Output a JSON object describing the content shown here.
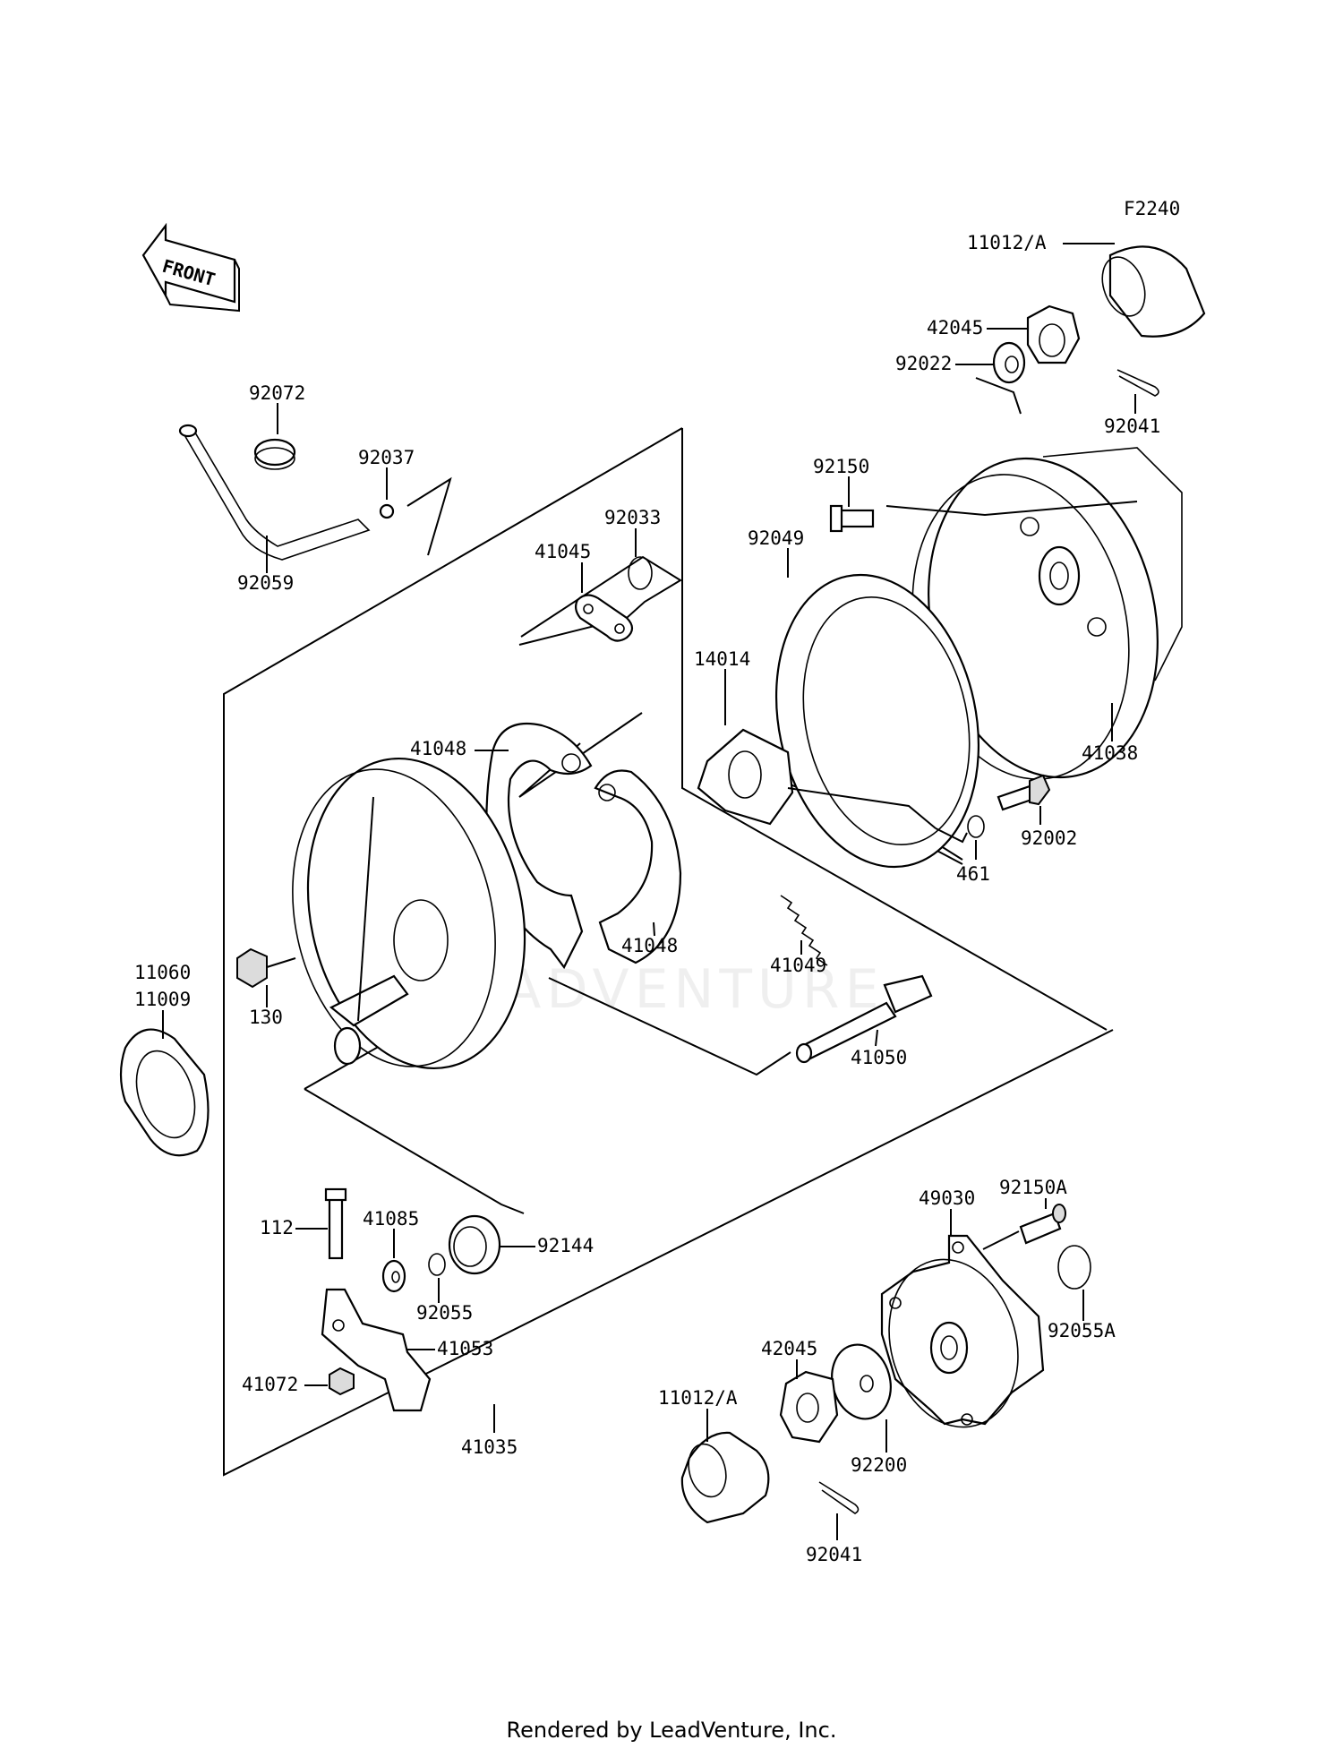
{
  "diagram_code": "F2240",
  "front_arrow_label": "FRONT",
  "watermark": "LEADVENTURE",
  "footer_text": "Rendered by LeadVenture, Inc.",
  "labels": {
    "l_11012a_top": "11012/A",
    "l_42045_top": "42045",
    "l_92022": "92022",
    "l_92041_top": "92041",
    "l_92072": "92072",
    "l_92037": "92037",
    "l_92059": "92059",
    "l_92033": "92033",
    "l_41045": "41045",
    "l_92150": "92150",
    "l_92049": "92049",
    "l_14014": "14014",
    "l_41038": "41038",
    "l_41048_top": "41048",
    "l_92002": "92002",
    "l_461": "461",
    "l_41049": "41049",
    "l_41048_bot": "41048",
    "l_11060": "11060",
    "l_11009": "11009",
    "l_130": "130",
    "l_41050": "41050",
    "l_92150a": "92150A",
    "l_49030": "49030",
    "l_112": "112",
    "l_41085": "41085",
    "l_92144": "92144",
    "l_92055": "92055",
    "l_41053": "41053",
    "l_92055a": "92055A",
    "l_41072": "41072",
    "l_42045_bot": "42045",
    "l_11012a_bot": "11012/A",
    "l_41035": "41035",
    "l_92200": "92200",
    "l_92041_bot": "92041"
  }
}
